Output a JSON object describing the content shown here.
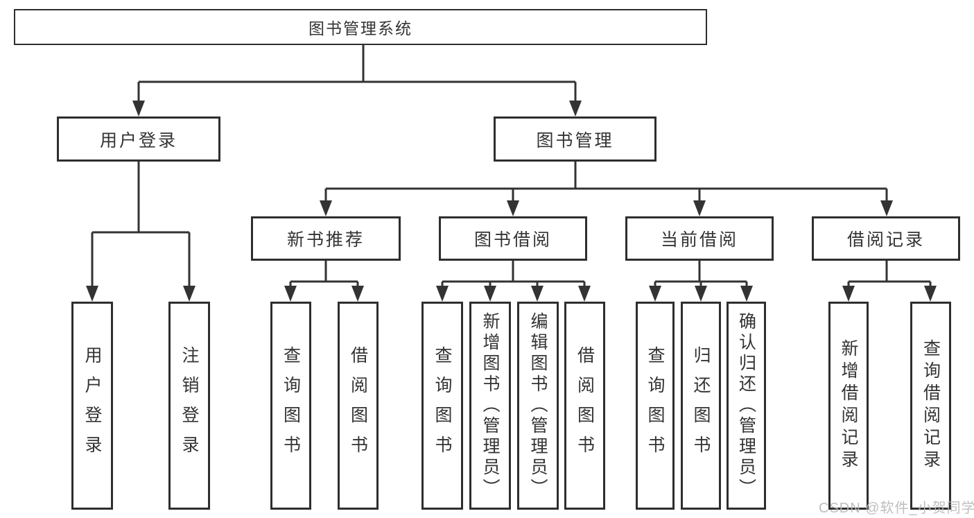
{
  "diagram": {
    "root": {
      "label": "图书管理系统"
    },
    "branches": [
      {
        "label": "用户登录",
        "children": [
          {
            "label": "用户登录"
          },
          {
            "label": "注销登录"
          }
        ]
      },
      {
        "label": "图书管理",
        "children": [
          {
            "label": "新书推荐",
            "children": [
              {
                "label": "查询图书"
              },
              {
                "label": "借阅图书"
              }
            ]
          },
          {
            "label": "图书借阅",
            "children": [
              {
                "label": "查询图书"
              },
              {
                "label": "新增图书（管理员）"
              },
              {
                "label": "编辑图书（管理员）"
              },
              {
                "label": "借阅图书"
              }
            ]
          },
          {
            "label": "当前借阅",
            "children": [
              {
                "label": "查询图书"
              },
              {
                "label": "归还图书"
              },
              {
                "label": "确认归还（管理员）"
              }
            ]
          },
          {
            "label": "借阅记录",
            "children": [
              {
                "label": "新增借阅记录"
              },
              {
                "label": "查询借阅记录"
              }
            ]
          }
        ]
      }
    ]
  },
  "watermark": {
    "text": "CSDN @软件_小贺同学"
  },
  "colors": {
    "line": "#333333",
    "box_border": "#2e2e2e",
    "box_fill": "#ffffff",
    "text": "#333333",
    "watermark": "#b9b9b9",
    "background": "#ffffff"
  }
}
